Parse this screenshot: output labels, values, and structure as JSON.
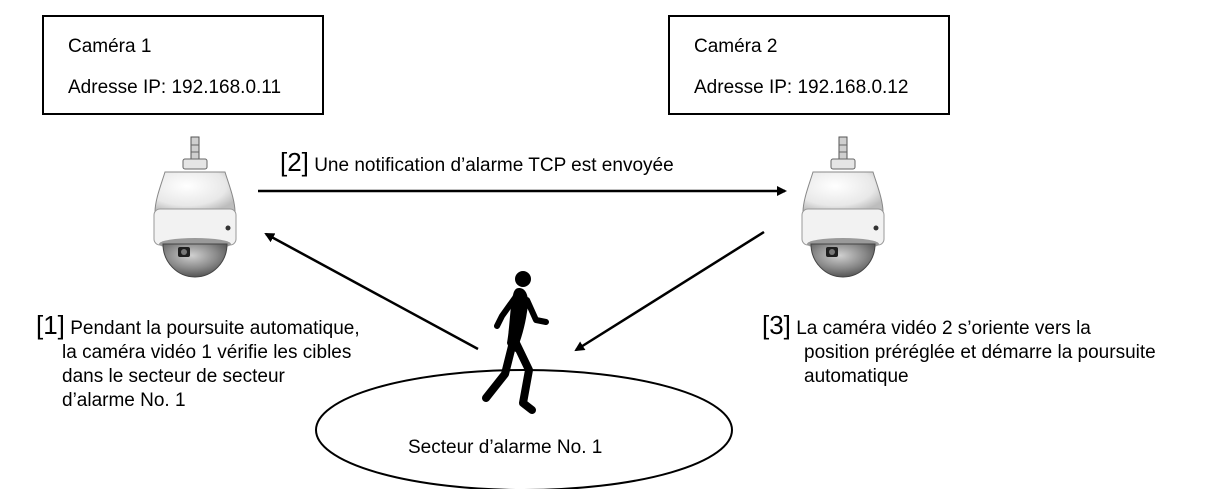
{
  "camera1": {
    "name": "Caméra 1",
    "ip": "Adresse IP: 192.168.0.11"
  },
  "camera2": {
    "name": "Caméra 2",
    "ip": "Adresse IP: 192.168.0.12"
  },
  "step2": {
    "num": "[2]",
    "text": "Une notification d’alarme TCP est envoyée"
  },
  "step1": {
    "num": "[1]",
    "lines": [
      "Pendant la poursuite automatique,",
      "la caméra vidéo 1 vérifie les cibles",
      "dans le secteur de secteur",
      "d’alarme No. 1"
    ]
  },
  "step3": {
    "num": "[3]",
    "lines": [
      "La caméra vidéo 2 s’oriente vers la",
      "position préréglée et démarre la poursuite",
      "automatique"
    ]
  },
  "sector": {
    "label": "Secteur d’alarme No. 1"
  }
}
